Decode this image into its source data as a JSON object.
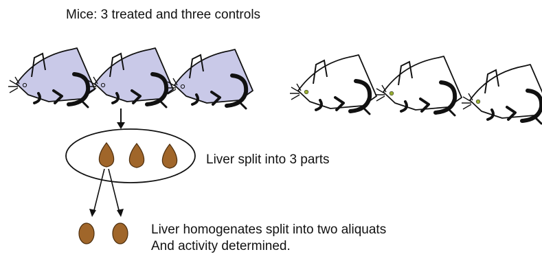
{
  "title": "Mice: 3 treated and three controls",
  "liver_split_label": "Liver split into 3 parts",
  "homogenate_label_line1": "Liver homogenates split into two aliquats",
  "homogenate_label_line2": "And activity determined.",
  "groups": [
    {
      "name": "treated",
      "count": 3,
      "body_color": "#c9c9e8"
    },
    {
      "name": "controls",
      "count": 3,
      "body_color": "#ffffff"
    }
  ],
  "colors": {
    "liver": "#a0662a",
    "liver_outline": "#4a2c0c",
    "outline": "#111111",
    "eye_control": "#9ab035"
  }
}
